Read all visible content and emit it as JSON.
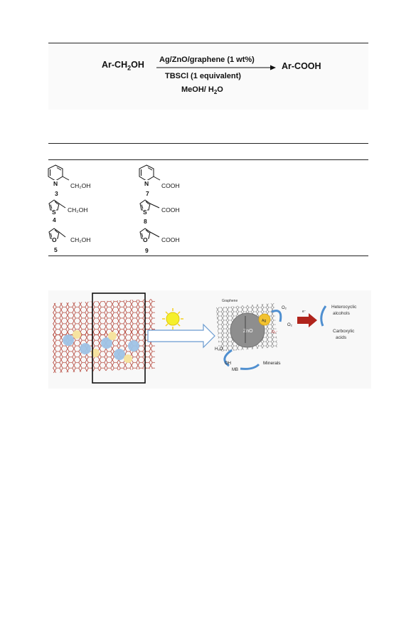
{
  "scheme": {
    "reactant_prefix": "Ar-CH",
    "reactant_sub": "2",
    "reactant_suffix": "OH",
    "catalyst": "Ag/ZnO/graphene (1 wt%)",
    "reagent": "TBSCl (1 equivalent)",
    "solvent_prefix": "MeOH/ H",
    "solvent_sub": "2",
    "solvent_suffix": "O",
    "product": "Ar-COOH"
  },
  "table": {
    "rows": [
      {
        "reactant_num": "3",
        "reactant_group": "CH₂OH",
        "heteroatom": "N",
        "product_num": "7",
        "product_group": "COOH",
        "ring": "pyridine"
      },
      {
        "reactant_num": "4",
        "reactant_group": "CH₂OH",
        "heteroatom": "S",
        "product_num": "8",
        "product_group": "COOH",
        "ring": "thiophene"
      },
      {
        "reactant_num": "5",
        "reactant_group": "CH₂OH",
        "heteroatom": "O",
        "product_num": "9",
        "product_group": "COOH",
        "ring": "furan"
      }
    ]
  },
  "mechanism": {
    "graphene_label": "Graphene",
    "zno_label": "ZnO",
    "ag_label": "Ag",
    "o2_label": "O₂",
    "superoxide_label": "O₂⁻",
    "electron_label": "e⁻",
    "h2o_label": "H₂O",
    "oh_label": "OH",
    "mb_label": "MB",
    "minerals_label": "Minerals",
    "heterocyclic_label_line1": "Heterocyclic",
    "heterocyclic_label_line2": "alcohols",
    "carboxylic_label_line1": "Carboxylic",
    "carboxylic_label_line2": "acids",
    "colors": {
      "zno": "#8e8e8e",
      "ag": "#f2c230",
      "arrow_red": "#b0241c",
      "arrow_blue": "#4f8fd0",
      "sun": "#f5ef2a",
      "lattice": "#b03a2e"
    }
  }
}
